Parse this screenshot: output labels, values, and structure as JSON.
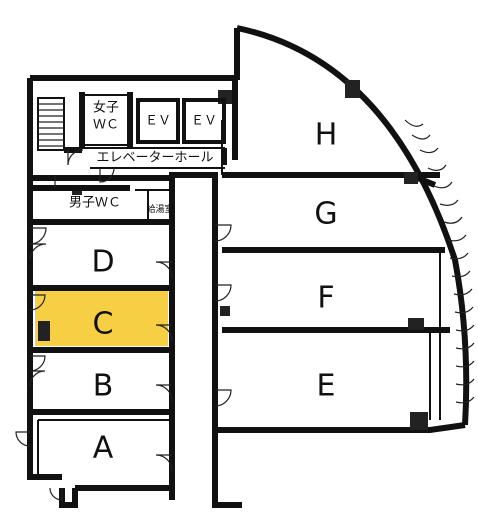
{
  "floorplan": {
    "rooms": [
      {
        "id": "H",
        "label": "H",
        "highlighted": false
      },
      {
        "id": "G",
        "label": "G",
        "highlighted": false
      },
      {
        "id": "F",
        "label": "F",
        "highlighted": false
      },
      {
        "id": "E",
        "label": "E",
        "highlighted": false
      },
      {
        "id": "D",
        "label": "D",
        "highlighted": false
      },
      {
        "id": "C",
        "label": "C",
        "highlighted": true
      },
      {
        "id": "B",
        "label": "B",
        "highlighted": false
      },
      {
        "id": "A",
        "label": "A",
        "highlighted": false
      }
    ],
    "facilities": {
      "womens_wc": "女子\nＷＣ",
      "womens_wc_line1": "女子",
      "womens_wc_line2": "ＷＣ",
      "elevator_1": "ＥＶ",
      "elevator_2": "ＥＶ",
      "elevator_hall": "エレベーターホール",
      "mens_wc": "男子ＷＣ",
      "kitchenette": "給湯室"
    },
    "colors": {
      "highlight": "#f7cf45",
      "wall": "#111111",
      "background": "#ffffff"
    }
  }
}
